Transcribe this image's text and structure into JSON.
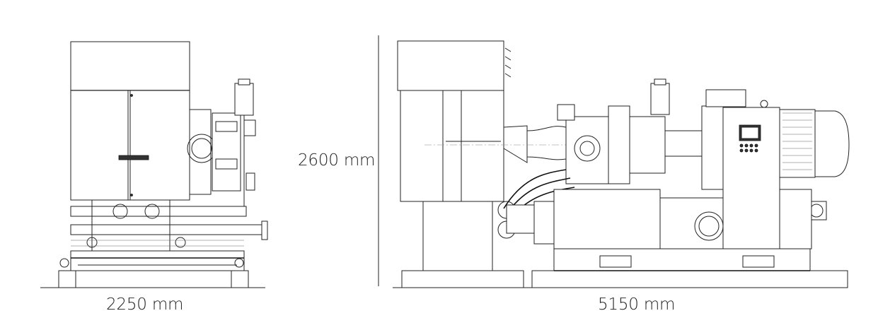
{
  "dimensions": {
    "front_width": "2250 mm",
    "height": "2600 mm",
    "side_length": "5150 mm"
  },
  "views": [
    "front-view",
    "side-view"
  ]
}
